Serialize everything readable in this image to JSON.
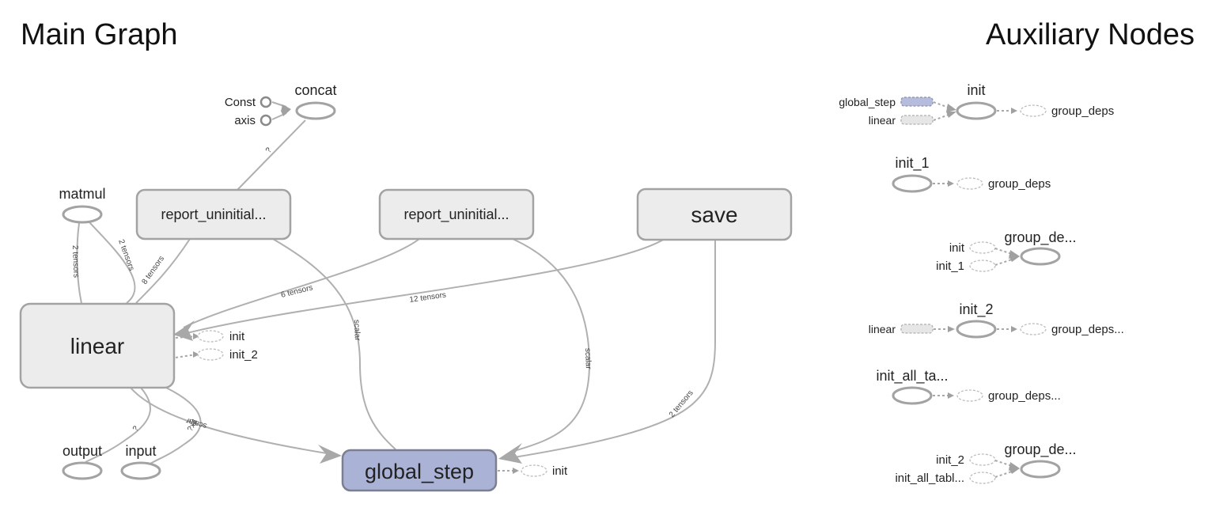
{
  "titles": {
    "main": "Main Graph",
    "aux": "Auxiliary Nodes"
  },
  "main_graph": {
    "nodes": {
      "const": "Const",
      "axis": "axis",
      "concat": "concat",
      "matmul": "matmul",
      "report1": "report_uninitial...",
      "report2": "report_uninitial...",
      "save": "save",
      "linear": "linear",
      "output": "output",
      "input": "input",
      "global_step": "global_step"
    },
    "linear_ctrl": [
      "init",
      "init_2"
    ],
    "global_step_ctrl": "init",
    "edge_labels": {
      "concat_report": "?",
      "matmul_linear_a": "2 tensors",
      "matmul_linear_b": "2 tensors",
      "report1_linear": "8 tensors",
      "report2_linear": "6 tensors",
      "save_linear": "12 tensors",
      "report1_gs": "scalar",
      "report2_gs": "scalar",
      "save_gs": "2 tensors",
      "linear_output": "?",
      "linear_input": "?x4",
      "linear_gs": "scalar"
    }
  },
  "aux_nodes": {
    "init": {
      "name": "init",
      "inputs": [
        "global_step",
        "linear"
      ],
      "output": "group_deps"
    },
    "init_1": {
      "name": "init_1",
      "output": "group_deps"
    },
    "group_deps_1": {
      "name": "group_de...",
      "inputs": [
        "init",
        "init_1"
      ]
    },
    "init_2": {
      "name": "init_2",
      "input": "linear",
      "output": "group_deps..."
    },
    "init_all_tables": {
      "name": "init_all_ta...",
      "output": "group_deps..."
    },
    "group_deps_2": {
      "name": "group_de...",
      "inputs": [
        "init_2",
        "init_all_tabl..."
      ]
    }
  },
  "colors": {
    "op_box": "#ececec",
    "variable_box": "#aab3d6",
    "edge": "#b0b0b0"
  }
}
